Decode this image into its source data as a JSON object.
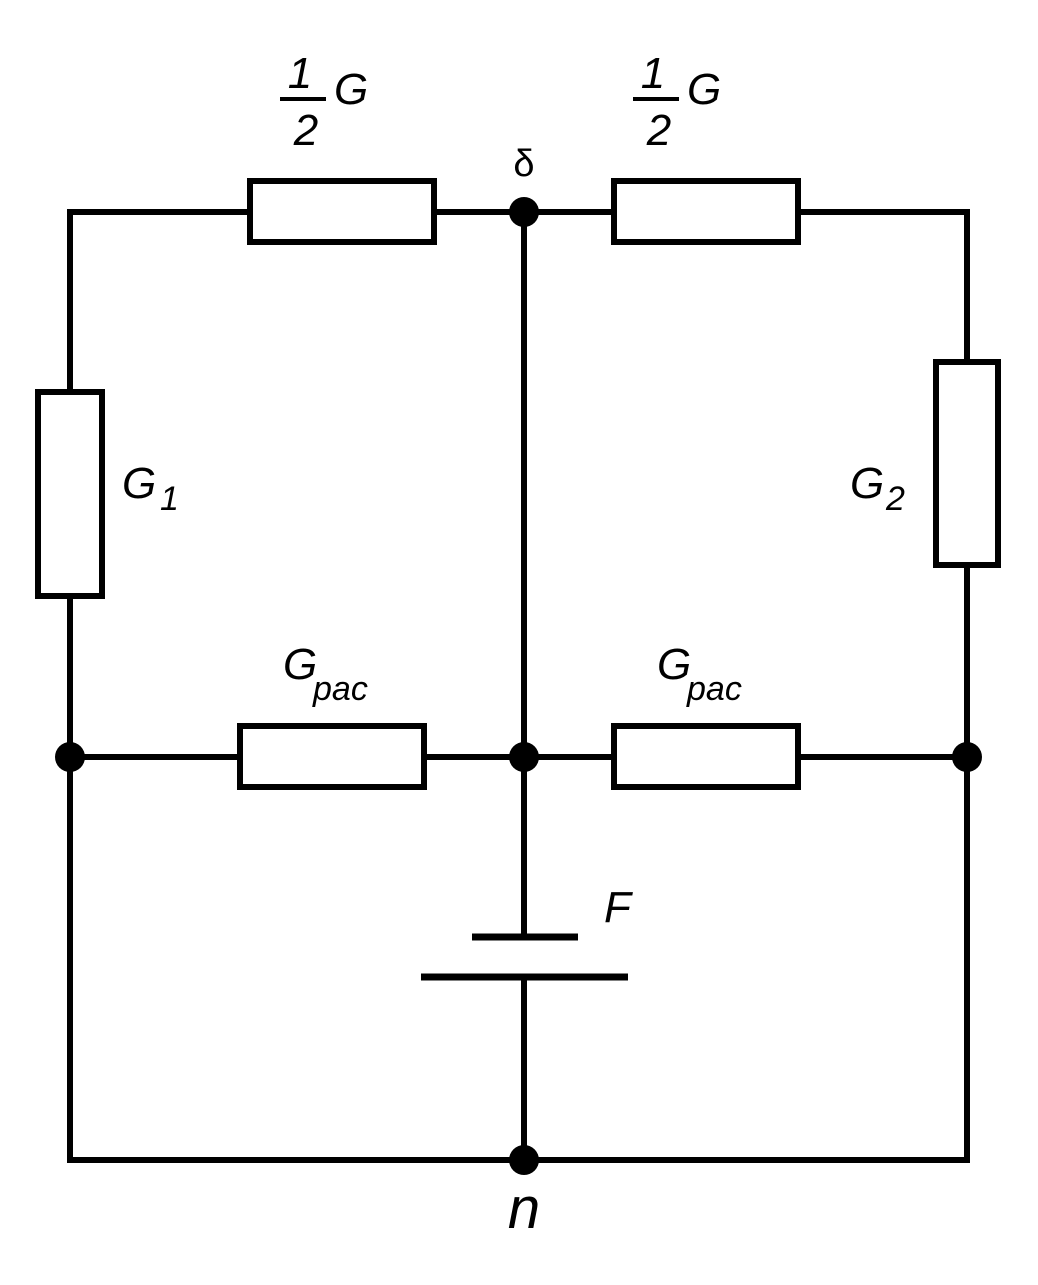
{
  "labels": {
    "top_left_resistor": {
      "numerator": "1",
      "denominator": "2",
      "symbol": "G"
    },
    "top_right_resistor": {
      "numerator": "1",
      "denominator": "2",
      "symbol": "G"
    },
    "left_resistor": {
      "symbol": "G",
      "subscript": "1"
    },
    "right_resistor": {
      "symbol": "G",
      "subscript": "2"
    },
    "middle_left_resistor": {
      "symbol": "G",
      "subscript": "pac"
    },
    "middle_right_resistor": {
      "symbol": "G",
      "subscript": "pac"
    },
    "source": "F",
    "top_node": "δ",
    "bottom_node": "n"
  },
  "colors": {
    "line": "#000000",
    "background": "#ffffff"
  }
}
